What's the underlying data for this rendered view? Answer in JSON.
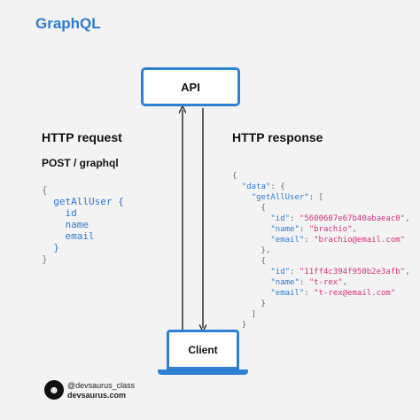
{
  "title": "GraphQL",
  "api_label": "API",
  "client_label": "Client",
  "request": {
    "title": "HTTP request",
    "method_line": "POST / graphql",
    "code_lines": [
      {
        "text": "{",
        "dim": true
      },
      {
        "text": "  getAllUser {",
        "dim": false
      },
      {
        "text": "    id",
        "dim": false
      },
      {
        "text": "    name",
        "dim": false
      },
      {
        "text": "    email",
        "dim": false
      },
      {
        "text": "  }",
        "dim": false
      },
      {
        "text": "}",
        "dim": true
      }
    ]
  },
  "response": {
    "title": "HTTP response",
    "users": [
      {
        "id": "\"5600607e67b40abaeac0\"",
        "name": "\"brachio\"",
        "email": "\"brachio@email.com\""
      },
      {
        "id": "\"11ff4c394f950b2e3afb\"",
        "name": "\"t-rex\"",
        "email": "\"t-rex@email.com\""
      }
    ]
  },
  "footer": {
    "avatar_glyph": "☻",
    "handle": "@devsaurus_class",
    "site": "devsaurus.com"
  },
  "colors": {
    "accent": "#2f7fd3",
    "key": "#2b7bd4",
    "string": "#d2317a"
  }
}
